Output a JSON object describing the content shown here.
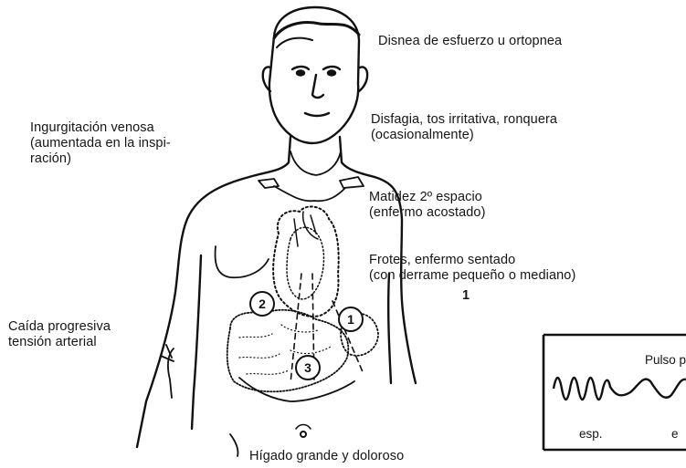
{
  "labels": {
    "disnea": "Disnea de esfuerzo u ortopnea",
    "venosa_1": "Ingurgitación  venosa",
    "venosa_2": "(aumentada en la inspi-",
    "venosa_3": "ración)",
    "disfagia_1": "Disfagia, tos irritativa, ronquera",
    "disfagia_2": "(ocasionalmente)",
    "matidez_1": "Matidez 2º espacio",
    "matidez_2": "(enfermo acostado)",
    "frotes_1": "Frotes, enfermo sentado",
    "frotes_2": "(con derrame pequeño o mediano)",
    "caida_1": "Caída progresiva",
    "caida_2": "tensión arterial",
    "higado": "Hígado grande y doloroso"
  },
  "markers": [
    "1",
    "2",
    "3"
  ],
  "pulse_box": {
    "title": "Pulso p",
    "left_label": "esp.",
    "right_label": "e"
  },
  "tick_mark": "1"
}
